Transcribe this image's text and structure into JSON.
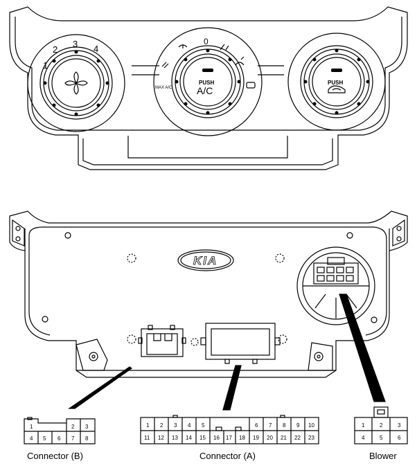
{
  "front_panel": {
    "fan_speeds": [
      "1",
      "2",
      "3",
      "4"
    ],
    "mode_zero": "0",
    "push_text_center": "PUSH",
    "ac_text": "A/C",
    "push_text_right": "PUSH",
    "max_ac_text": "MAX A/C"
  },
  "rear_panel": {
    "logo_text": "KIA"
  },
  "connector_b": {
    "caption": "Connector (B)",
    "top_pins": [
      "1",
      "2",
      "3"
    ],
    "bottom_pins": [
      "4",
      "5",
      "6",
      "7",
      "8"
    ]
  },
  "connector_a": {
    "caption": "Connector (A)",
    "top_pins": [
      "1",
      "2",
      "3",
      "4",
      "5",
      "6",
      "7",
      "8",
      "9",
      "10"
    ],
    "bottom_pins": [
      "11",
      "12",
      "13",
      "14",
      "15",
      "16",
      "17",
      "18",
      "19",
      "20",
      "21",
      "22",
      "23"
    ]
  },
  "blower": {
    "caption": "Blower",
    "top_pins": [
      "1",
      "2",
      "3"
    ],
    "bottom_pins": [
      "4",
      "5",
      "6"
    ]
  }
}
